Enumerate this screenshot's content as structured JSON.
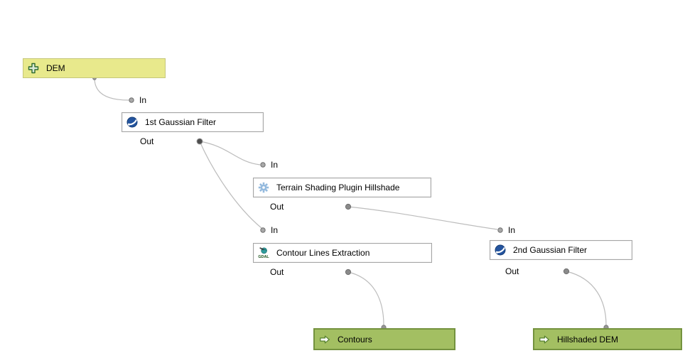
{
  "nodes": {
    "dem": {
      "label": "DEM"
    },
    "gaussian1": {
      "label": "1st Gaussian Filter",
      "in": "In",
      "out": "Out"
    },
    "terrain_hillshade": {
      "label": "Terrain Shading Plugin Hillshade",
      "in": "In",
      "out": "Out"
    },
    "contour_extraction": {
      "label": "Contour Lines Extraction",
      "in": "In",
      "out": "Out"
    },
    "gaussian2": {
      "label": "2nd Gaussian Filter",
      "in": "In",
      "out": "Out"
    },
    "contours": {
      "label": "Contours"
    },
    "hillshaded_dem": {
      "label": "Hillshaded DEM"
    }
  },
  "icons": {
    "dem": "plus-icon",
    "gaussian1": "saga-icon",
    "gaussian2": "saga-icon",
    "terrain_hillshade": "gear-icon",
    "contour_extraction": "gdal-icon",
    "gdal_text": "GDAL",
    "outputs": "arrow-right-icon"
  },
  "colors": {
    "input_fill": "#e8e98c",
    "input_border": "#c6c77b",
    "algorithm_fill": "#ffffff",
    "algorithm_border": "#a6a6a6",
    "output_fill": "#a3bf62",
    "output_border": "#74923e",
    "edge": "#bcbcbc",
    "socket_out": "#4d4d4d",
    "socket_in": "#a8a8a8",
    "text": "#000000"
  }
}
